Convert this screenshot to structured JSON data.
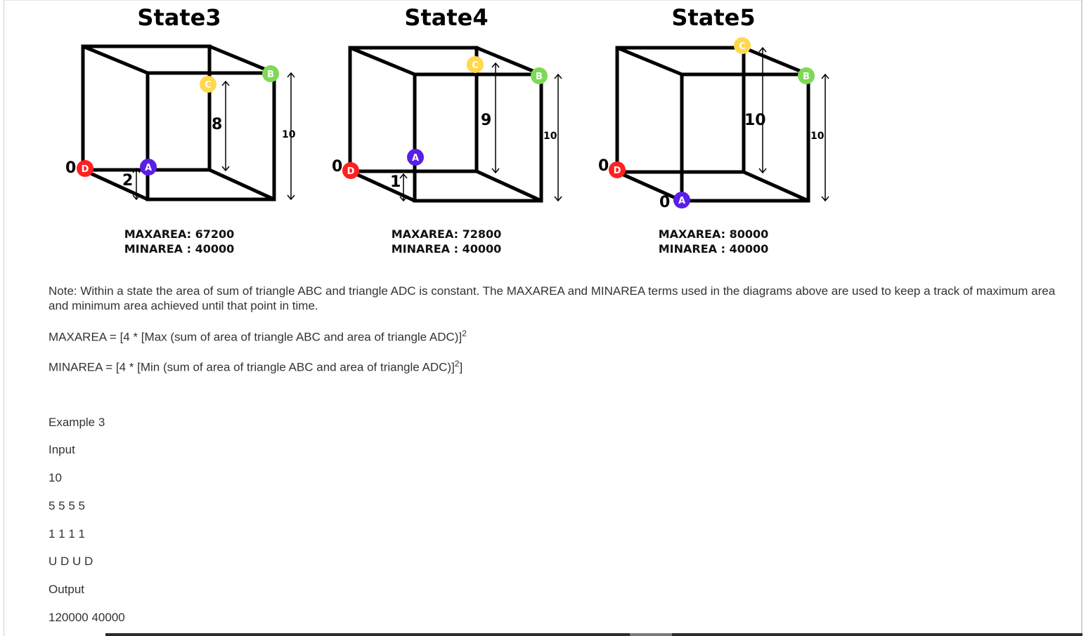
{
  "states": [
    {
      "title": "State3",
      "max_label": "MAXAREA: 67200",
      "min_label": "MINAREA  : 40000",
      "side": "10",
      "c_height": "8",
      "a_height": "2",
      "d_label": "0",
      "a_label": "",
      "points": {
        "A": "A",
        "B": "B",
        "C": "C",
        "D": "D"
      }
    },
    {
      "title": "State4",
      "max_label": "MAXAREA: 72800",
      "min_label": "MINAREA  : 40000",
      "side": "10",
      "c_height": "9",
      "a_height": "1",
      "d_label": "0",
      "a_label": "",
      "points": {
        "A": "A",
        "B": "B",
        "C": "C",
        "D": "D"
      }
    },
    {
      "title": "State5",
      "max_label": "MAXAREA: 80000",
      "min_label": "MINAREA  : 40000",
      "side": "10",
      "c_height": "10",
      "a_height": "",
      "d_label": "0",
      "a_label": "0",
      "points": {
        "A": "A",
        "B": "B",
        "C": "C",
        "D": "D"
      }
    }
  ],
  "colors": {
    "A": "#5a1ee6",
    "B": "#7ed957",
    "C": "#ffd84d",
    "D": "#ff2020"
  },
  "note": "Note: Within a state the area of sum of triangle ABC and triangle ADC is constant. The MAXAREA and MINAREA terms used in the diagrams above are used to keep a track of maximum area and minimum area achieved until that point in time.",
  "formula_max": "MAXAREA = [4 * [Max (sum of area of triangle ABC and area of triangle ADC)]",
  "formula_max_sup": "2",
  "formula_min": "MINAREA = [4 * [Min (sum of area of triangle ABC and area of triangle ADC)]",
  "formula_min_sup": "2",
  "formula_min_tail": "]",
  "example": {
    "title": "Example 3",
    "input_label": "Input",
    "input_lines": [
      "10",
      "5 5 5 5",
      "1 1 1 1",
      "U D U D"
    ],
    "output_label": "Output",
    "output_value": "120000 40000"
  }
}
